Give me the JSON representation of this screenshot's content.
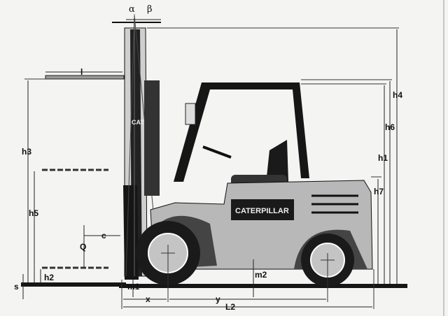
{
  "diagram": {
    "angles": {
      "tilt_forward": "α",
      "tilt_back": "β"
    },
    "dimensions": {
      "fork_length": "l",
      "h1": "h1",
      "h2": "h2",
      "h3": "h3",
      "h4": "h4",
      "h5": "h5",
      "h6": "h6",
      "h7": "h7",
      "s": "s",
      "c": "c",
      "Q": "Q",
      "m1": "m1",
      "m2": "m2",
      "x": "x",
      "y": "y",
      "L2": "L2"
    },
    "branding": {
      "mast_logo": "CAT",
      "body_logo": "CATERPILLAR"
    },
    "colors": {
      "body": "#b8b8b8",
      "dark": "#161616",
      "tire": "#1a1a1a",
      "hub": "#c4c4c4"
    }
  }
}
